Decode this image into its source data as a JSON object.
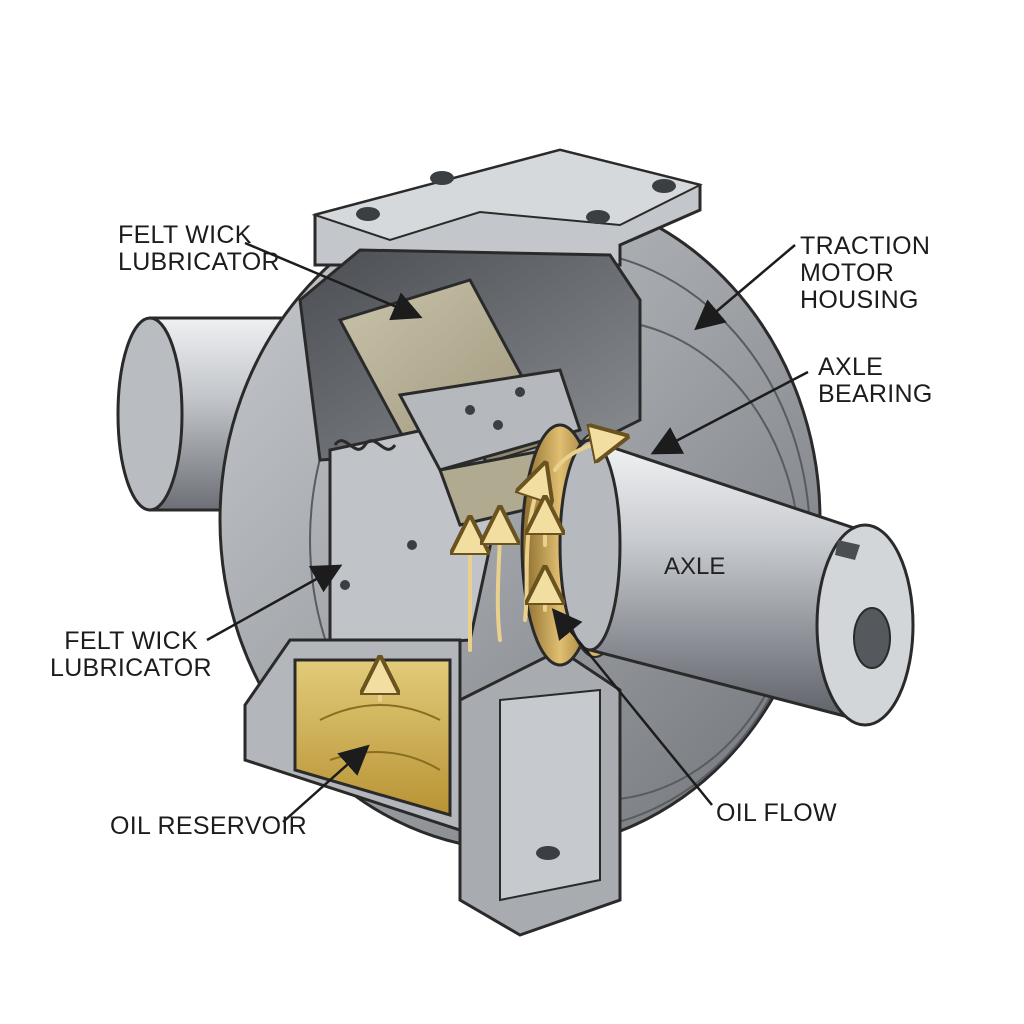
{
  "labels": {
    "felt_wick_top": [
      "FELT WICK",
      "LUBRICATOR"
    ],
    "traction_motor": [
      "TRACTION",
      "MOTOR",
      "HOUSING"
    ],
    "axle_bearing": [
      "AXLE",
      "BEARING"
    ],
    "axle": "AXLE",
    "felt_wick_bottom": [
      "FELT WICK",
      "LUBRICATOR"
    ],
    "oil_reservoir": "OIL RESERVOIR",
    "oil_flow": "OIL FLOW"
  },
  "colors": {
    "metal_light": "#d9dce0",
    "metal_mid": "#a9adb3",
    "metal_dark": "#6e7378",
    "felt": "#b3ad95",
    "oil": "#c9a94a",
    "bronze": "#b8934a",
    "outline": "#2a2a2a"
  }
}
